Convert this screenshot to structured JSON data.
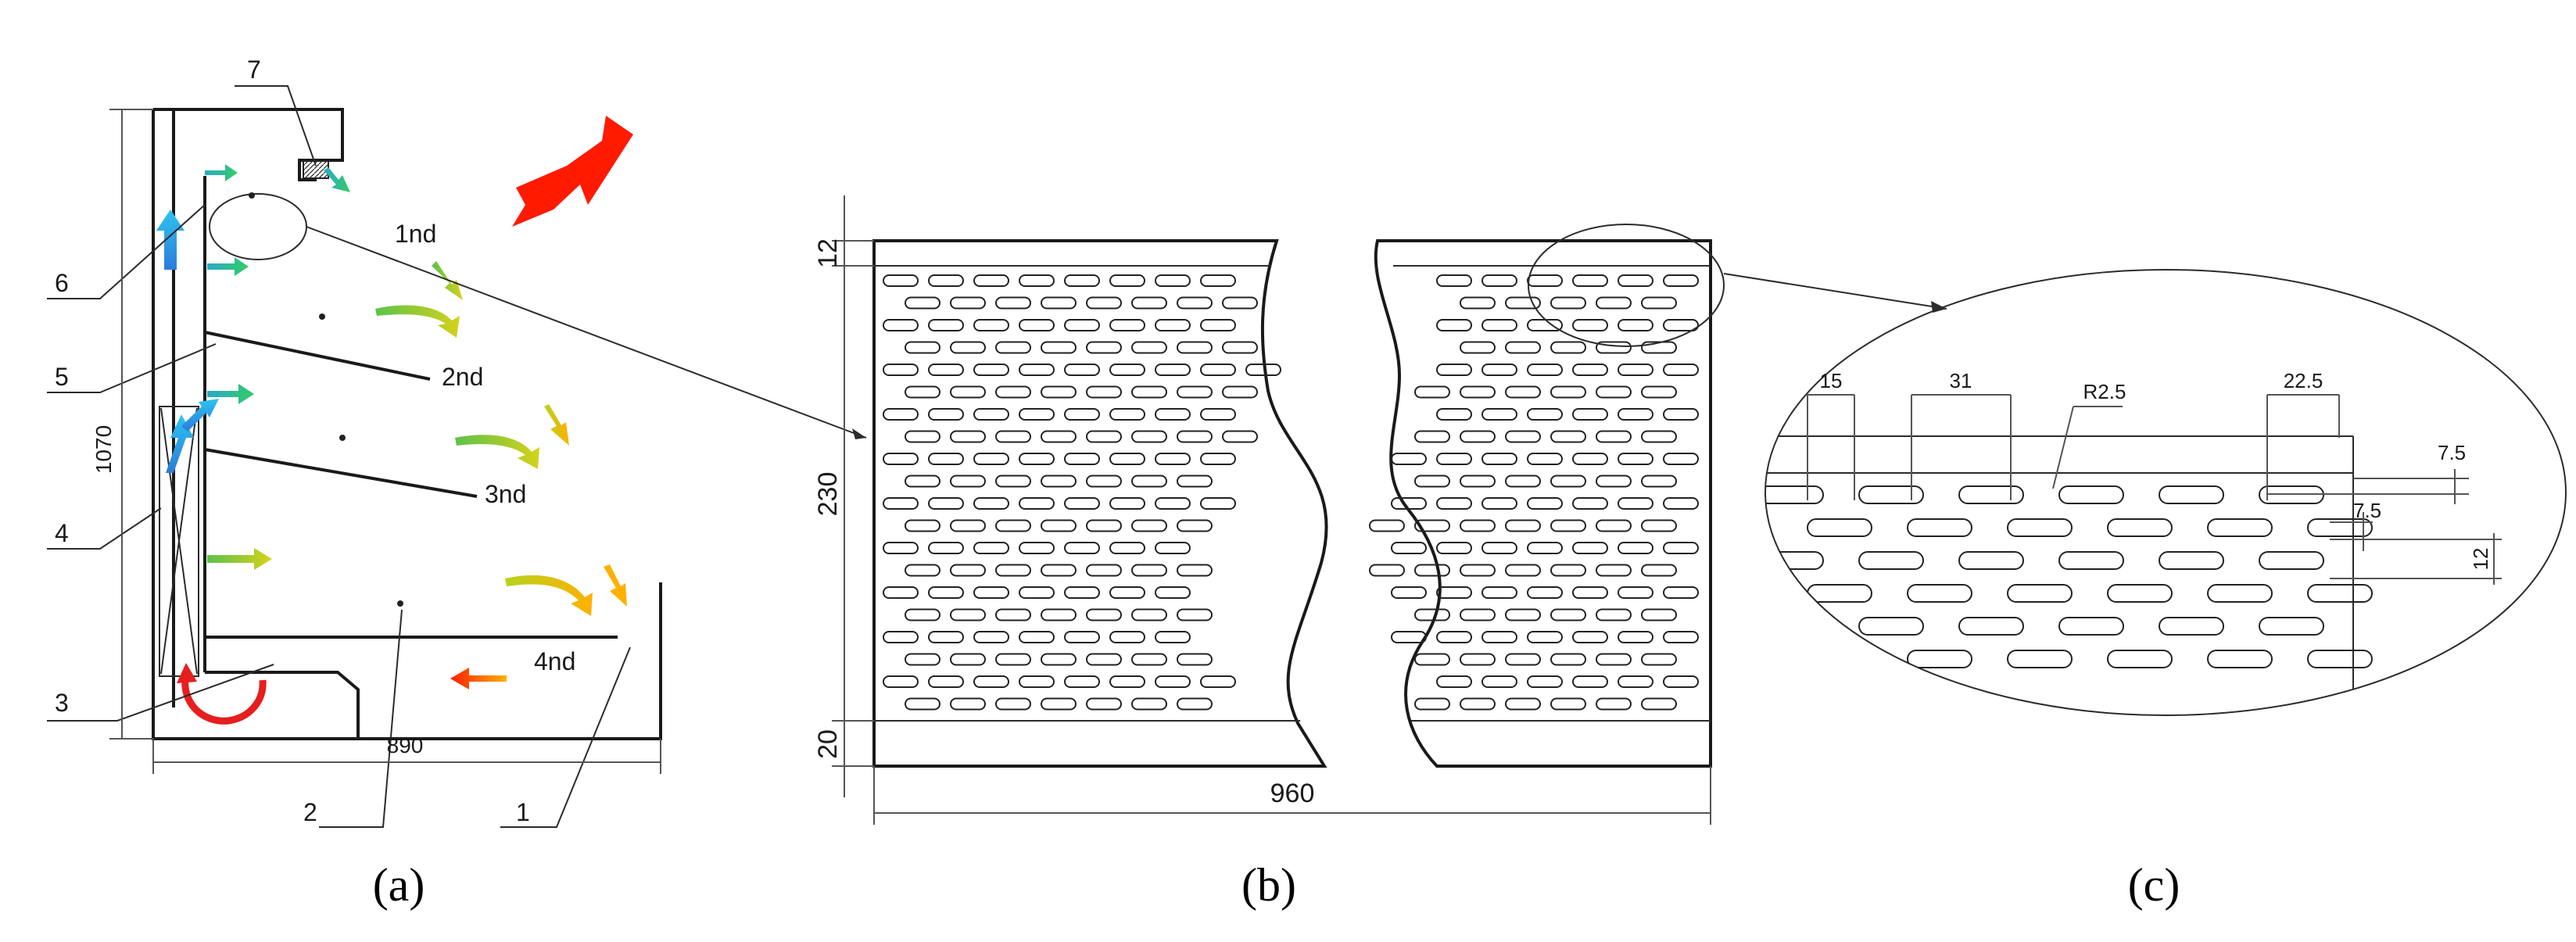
{
  "panel_a": {
    "callouts": [
      "1",
      "2",
      "3",
      "4",
      "5",
      "6",
      "7"
    ],
    "shelves": [
      "1nd",
      "2nd",
      "3nd",
      "4nd"
    ],
    "dims": {
      "height": "1070",
      "width": "890"
    },
    "caption": "(a)"
  },
  "panel_b": {
    "dims": {
      "top": "12",
      "middle": "230",
      "bottom": "20",
      "width": "960"
    },
    "caption": "(b)"
  },
  "panel_c": {
    "dims": {
      "d1": "15",
      "d2": "31",
      "radius": "R2.5",
      "d3": "22.5",
      "d4": "7.5",
      "d5": "7.5",
      "d6": "12"
    },
    "caption": "(c)"
  },
  "colors": {
    "cold": "#1e90ff",
    "mid": "#7ac943",
    "warm": "#ffcc00",
    "hot": "#ff2a00"
  }
}
